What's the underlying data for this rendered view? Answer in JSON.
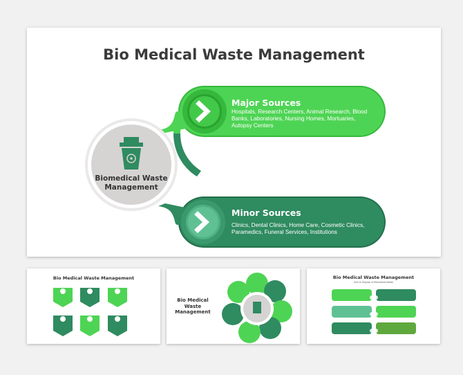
{
  "main": {
    "title": "Bio Medical Waste Management",
    "center_label": "Biomedical  Waste\nManagement",
    "major": {
      "title": "Major Sources",
      "text": "Hospitals, Research Centers, Animal Research, Blood Banks, Laboratories, Nursing Homes, Mortuaries, Autopsy Centers"
    },
    "minor": {
      "title": "Minor Sources",
      "text": "Clinics, Dental Clinics, Home Care, Cosmetic Clinics, Paramedics, Funeral Services, Institutions"
    }
  },
  "thumb1": {
    "title": "Bio Medical Waste Management"
  },
  "thumb2": {
    "title": "Bio Medical\nWaste\nManagement"
  },
  "thumb3": {
    "title": "Bio Medical Waste Management",
    "subtitle": "How to Dispose of Biomedical Waste"
  },
  "colors": {
    "bright_green": "#4ed454",
    "bright_green_dark": "#35b83b",
    "teal_green": "#2f8b60",
    "teal_dark": "#236f4b",
    "circle_grey": "#d6d3d3",
    "title_text": "#3b3b3b"
  },
  "icons": {
    "waste_bin": "biohazard-bin-icon",
    "chevron": "chevron-right-icon"
  }
}
